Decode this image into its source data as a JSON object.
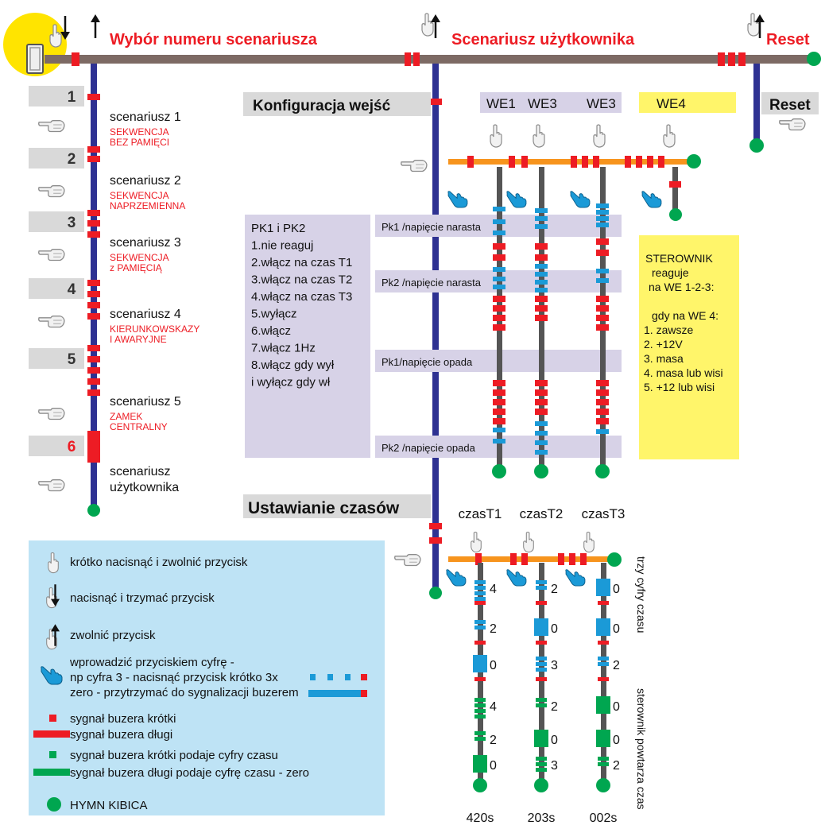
{
  "headings": {
    "scenario_select": "Wybór numeru scenariusza",
    "user_scenario": "Scenariusz użytkownika",
    "reset": "Reset",
    "input_config": "Konfiguracja wejść",
    "reset_box": "Reset",
    "time_setting": "Ustawianie czasów"
  },
  "scenarios": [
    {
      "num": "1",
      "title": "scenariusz 1",
      "sub": [
        "SEKWENCJA",
        "BEZ PAMIĘCI"
      ]
    },
    {
      "num": "2",
      "title": "scenariusz 2",
      "sub": [
        "SEKWENCJA",
        "NAPRZEMIENNA"
      ]
    },
    {
      "num": "3",
      "title": "scenariusz 3",
      "sub": [
        "SEKWENCJA",
        "z PAMIĘCIĄ"
      ]
    },
    {
      "num": "4",
      "title": "scenariusz 4",
      "sub": [
        "KIERUNKOWSKAZY",
        "I AWARYJNE"
      ]
    },
    {
      "num": "5",
      "title": "scenariusz 5",
      "sub": [
        "ZAMEK",
        "CENTRALNY"
      ]
    },
    {
      "num": "6",
      "title": "scenariusz",
      "sub": [
        "użytkownika"
      ]
    }
  ],
  "inputs": [
    "WE1",
    "WE3",
    "WE3",
    "WE4"
  ],
  "pk_rows": [
    "Pk1 /napięcie narasta",
    "Pk2 /napięcie narasta",
    "Pk1/napięcie opada",
    "Pk2 /napięcie opada"
  ],
  "pk_box": [
    "PK1 i PK2",
    "1.nie reaguj",
    "2.włącz na czas T1",
    "3.włącz na czas T2",
    "4.włącz na czas T3",
    "5.wyłącz",
    "6.włącz",
    "7.włącz 1Hz",
    "8.włącz gdy wył",
    " i wyłącz gdy wł"
  ],
  "controller_box": [
    "STEROWNIK",
    "reaguje",
    "na WE 1-2-3:",
    "",
    "gdy na WE 4:",
    "1. zawsze",
    "2.  +12V",
    "3.  masa",
    "4. masa lub wisi",
    "5. +12 lub wisi"
  ],
  "timers": [
    "czasT1",
    "czasT2",
    "czasT3"
  ],
  "timer_digits": [
    [
      "4",
      "2",
      "0",
      "4",
      "2",
      "0"
    ],
    [
      "2",
      "0",
      "3",
      "2",
      "0",
      "3"
    ],
    [
      "0",
      "0",
      "2",
      "0",
      "0",
      "2"
    ]
  ],
  "timer_totals": [
    "420s",
    "203s",
    "002s"
  ],
  "vertical_labels": {
    "digits": "trzy cyfry czasu",
    "repeat": "sterownik powtarza czas"
  },
  "legend": {
    "short_press": "krótko nacisnąć i zwolnić przycisk",
    "press_hold": "nacisnąć i trzymać przycisk",
    "release": "zwolnić przycisk",
    "digit_entry": [
      "wprowadzić  przyciskiem cyfrę -",
      "np cyfra 3 - nacisnąć przycisk krótko 3x",
      "zero - przytrzymać do sygnalizacji buzerem"
    ],
    "buzzer_short": "sygnał buzera krótki",
    "buzzer_long": "sygnał buzera długi",
    "green_short": "sygnał buzera krótki podaje cyfry czasu",
    "green_long": "sygnał buzera długi podaje cyfrę czasu - zero",
    "anthem": "HYMN KIBICA"
  },
  "colors": {
    "track": "#7d6a64",
    "blue_line": "#2e3192",
    "orange_line": "#f7941d",
    "red": "#ed1c24",
    "cyan": "#1b9ad7",
    "green": "#00a650",
    "panel": "#d7d2e7",
    "yellow": "#fff56a",
    "legend_bg": "#bee3f5",
    "gray_box": "#d9d9d9",
    "circle": "#ffe400"
  },
  "icons": [
    "hand-press-icon",
    "hand-hold-icon",
    "hand-release-icon",
    "hand-point-icon",
    "hand-tap-icon"
  ]
}
